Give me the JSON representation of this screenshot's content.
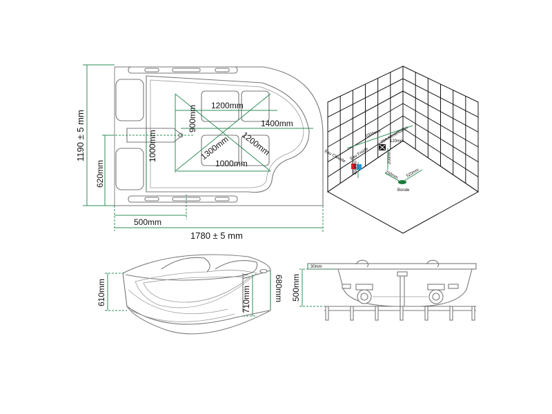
{
  "plan": {
    "width_label": "1780 ± 5 mm",
    "height_label": "1190 ± 5 mm",
    "d_620": "620mm",
    "d_500": "500mm",
    "d_1200": "1200mm",
    "d_1400": "1400mm",
    "d_900": "900mm",
    "d_1000v": "1000mm",
    "d_1300": "1300mm",
    "d_1200d": "1200mm",
    "d_1000h": "1000mm"
  },
  "room": {
    "d_1000": "1000mm",
    "power": "20A Alimentation",
    "hot": "Eau Chaude",
    "cold": "Eau Froide",
    "drain": "Bonde",
    "d_a": "400mm",
    "d_b": "200mm",
    "d_c": "250mm",
    "d_d": "520mm",
    "d_e": "120mm",
    "colors": {
      "hot": "#e0192b",
      "cold": "#1e9be0",
      "power": "#b0219c",
      "drain": "#1b7a3a"
    }
  },
  "perspective": {
    "d_610": "610mm",
    "d_710": "710mm",
    "d_680": "680mm"
  },
  "side": {
    "d_500": "500mm",
    "d_30": "30mm"
  }
}
